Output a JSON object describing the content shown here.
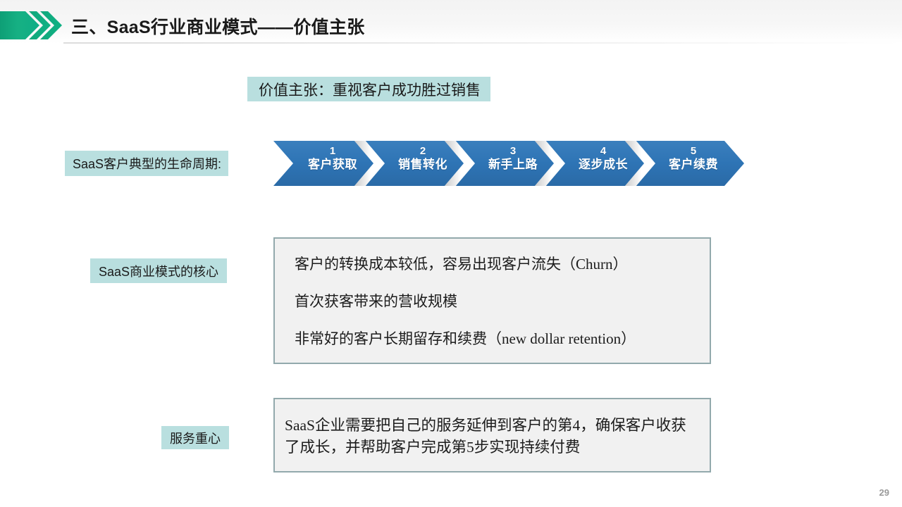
{
  "header": {
    "title": "三、SaaS行业商业模式——价值主张",
    "marker_icon": "green-double-chevron-marker",
    "marker_color_start": "#13a06e",
    "marker_color_end": "#0fae86"
  },
  "value_proposition": {
    "banner_text": "价值主张：重视客户成功胜过销售",
    "banner_bg": "#b9dfdf"
  },
  "lifecycle": {
    "label": "SaaS客户典型的生命周期:",
    "chevron_color": "#2e74b5",
    "steps": [
      {
        "number": "1",
        "text": "客户获取"
      },
      {
        "number": "2",
        "text": "销售转化"
      },
      {
        "number": "3",
        "text": "新手上路"
      },
      {
        "number": "4",
        "text": "逐步成长"
      },
      {
        "number": "5",
        "text": "客户续费"
      }
    ]
  },
  "core": {
    "label": "SaaS商业模式的核心",
    "box_bg": "#f1f1f1",
    "box_border": "#92a9ac",
    "lines": [
      "客户的转换成本较低，容易出现客户流失（Churn）",
      "首次获客带来的营收规模",
      "非常好的客户长期留存和续费（new dollar retention）"
    ]
  },
  "focus": {
    "label": "服务重心",
    "paragraph": "SaaS企业需要把自己的服务延伸到客户的第4，确保客户收获了成长，并帮助客户完成第5步实现持续付费"
  },
  "footer": {
    "page_number": "29"
  }
}
